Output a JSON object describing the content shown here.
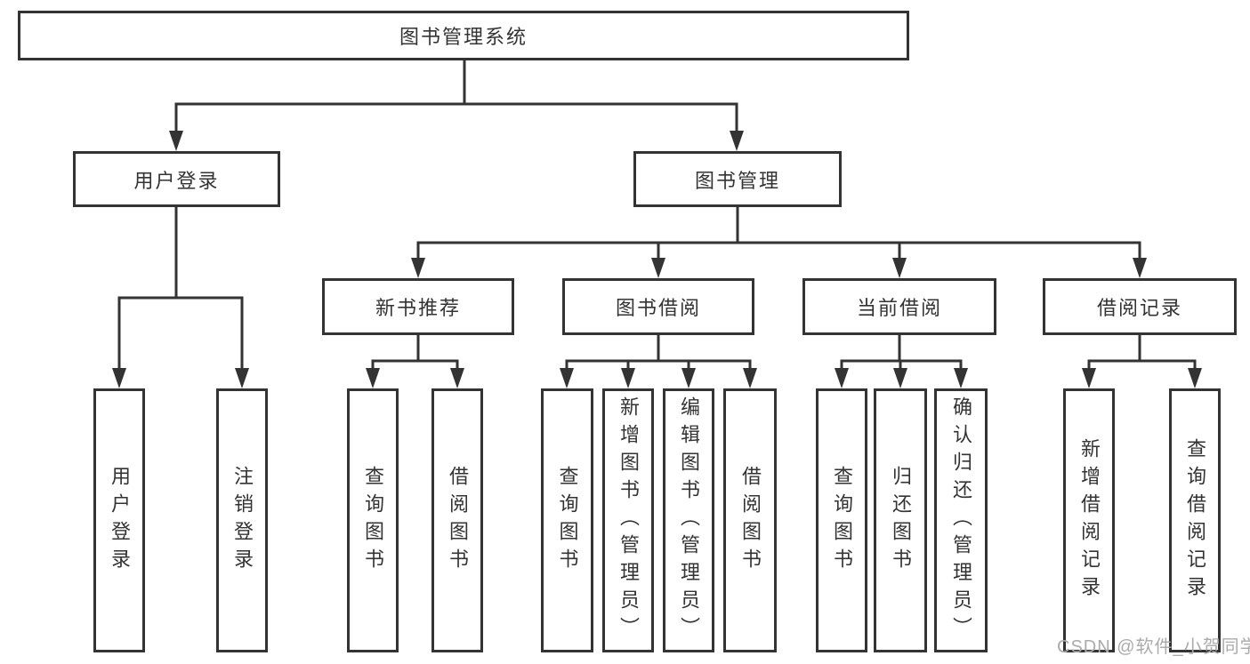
{
  "diagram": {
    "title": "图书管理系统",
    "colors": {
      "line": "#333333",
      "box_border": "#333333",
      "box_background": "#ffffff",
      "text": "#333333",
      "watermark_text": "#ababab"
    },
    "nodes": {
      "root": "图书管理系统",
      "l2": [
        "用户登录",
        "图书管理"
      ],
      "l3": [
        "新书推荐",
        "图书借阅",
        "当前借阅",
        "借阅记录"
      ],
      "l4": {
        "user_login": [
          "用户登录",
          "注销登录"
        ],
        "new_book_recommend": [
          "查询图书",
          "借阅图书"
        ],
        "book_borrow": [
          "查询图书",
          "新增图书（管理员）",
          "编辑图书（管理员）",
          "借阅图书"
        ],
        "current_borrow": [
          "查询图书",
          "归还图书",
          "确认归还（管理员）"
        ],
        "borrow_records": [
          "新增借阅记录",
          "查询借阅记录"
        ]
      }
    },
    "hierarchy": [
      {
        "parent": "图书管理系统",
        "children": [
          "用户登录",
          "图书管理"
        ]
      },
      {
        "parent": "用户登录",
        "children": [
          "用户登录",
          "注销登录"
        ]
      },
      {
        "parent": "图书管理",
        "children": [
          "新书推荐",
          "图书借阅",
          "当前借阅",
          "借阅记录"
        ]
      },
      {
        "parent": "新书推荐",
        "children": [
          "查询图书",
          "借阅图书"
        ]
      },
      {
        "parent": "图书借阅",
        "children": [
          "查询图书",
          "新增图书（管理员）",
          "编辑图书（管理员）",
          "借阅图书"
        ]
      },
      {
        "parent": "当前借阅",
        "children": [
          "查询图书",
          "归还图书",
          "确认归还（管理员）"
        ]
      },
      {
        "parent": "借阅记录",
        "children": [
          "新增借阅记录",
          "查询借阅记录"
        ]
      }
    ],
    "watermark": "CSDN @软件_小贺同学"
  }
}
